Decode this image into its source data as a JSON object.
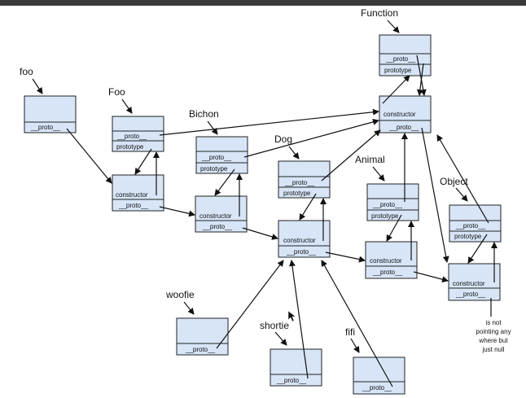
{
  "labels": {
    "function": "Function",
    "foo": "foo",
    "Foo": "Foo",
    "bichon": "Bichon",
    "dog": "Dog",
    "animal": "Animal",
    "object": "Object",
    "woofie": "woofie",
    "shortie": "shortie",
    "fifi": "fifi"
  },
  "cells": {
    "proto": "__proto__",
    "prototype": "prototype",
    "constructor": "constructor"
  },
  "note": {
    "line1": "is not",
    "line2": "pointing any",
    "line3": "where but",
    "line4": "just null"
  }
}
